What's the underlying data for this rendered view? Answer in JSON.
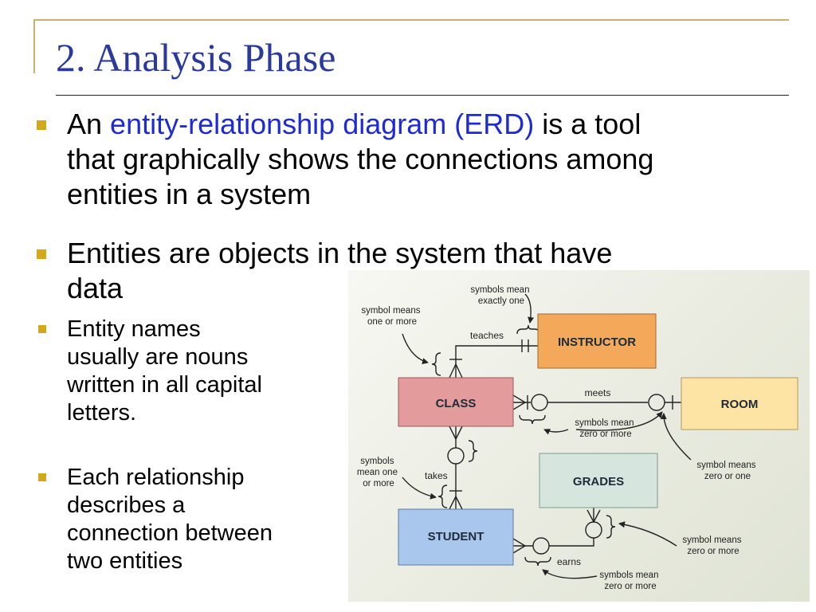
{
  "slide": {
    "title": "2. Analysis Phase",
    "bullets": [
      {
        "lines": [
          [
            "An ",
            "entity-relationship diagram (ERD)",
            " is a tool"
          ],
          [
            "that graphically shows the connections among"
          ],
          [
            "entities in a system"
          ]
        ]
      },
      {
        "lines": [
          [
            "Entities are objects in the system that have"
          ],
          [
            "data"
          ]
        ]
      }
    ],
    "sub_bullets": [
      {
        "lines": [
          "Entity names",
          "usually are nouns",
          "written in all capital",
          "letters."
        ]
      },
      {
        "lines": [
          "Each relationship",
          "describes a",
          "connection between",
          "two entities"
        ]
      }
    ]
  },
  "diagram": {
    "entities": {
      "instructor": "INSTRUCTOR",
      "class": "CLASS",
      "room": "ROOM",
      "grades": "GRADES",
      "student": "STUDENT"
    },
    "relationships": {
      "teaches": "teaches",
      "meets": "meets",
      "takes": "takes",
      "earns": "earns"
    },
    "annotations": {
      "exactly_one": [
        "symbols mean",
        "exactly one"
      ],
      "one_or_more": [
        "symbol means",
        "one or more"
      ],
      "zero_or_more_class": [
        "symbols mean",
        "zero or more"
      ],
      "mean_one_or_more": [
        "symbols",
        "mean one",
        "or more"
      ],
      "zero_or_one_room": [
        "symbol means",
        "zero or one"
      ],
      "zero_or_more_grades": [
        "symbol means",
        "zero or more"
      ],
      "zero_or_more_student": [
        "symbols mean",
        "zero or more"
      ]
    },
    "colors": {
      "instructor": "#f4a95a",
      "class": "#e39b9b",
      "room": "#fde3a4",
      "grades": "#d6e6df",
      "student": "#a9c6ec"
    }
  }
}
